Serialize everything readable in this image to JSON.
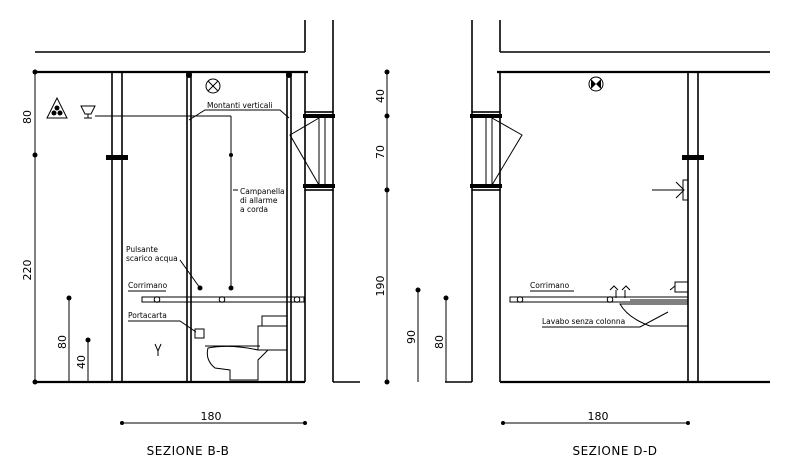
{
  "left_section": {
    "title": "SEZIONE B-B",
    "width_dim": "180",
    "height_dims": [
      "80",
      "220",
      "80",
      "40"
    ],
    "labels": {
      "montanti": "Montanti verticali",
      "campanella_1": "Campanella",
      "campanella_2": "di allarme",
      "campanella_3": "a corda",
      "pulsante_1": "Pulsante",
      "pulsante_2": "scarico acqua",
      "corrimano": "Corrimano",
      "portacarta": "Portacarta"
    }
  },
  "right_section": {
    "title": "SEZIONE D-D",
    "width_dim": "180",
    "height_dims": [
      "40",
      "70",
      "190",
      "90",
      "80"
    ],
    "labels": {
      "corrimano": "Corrimano",
      "lavabo": "Lavabo senza colonna"
    }
  }
}
